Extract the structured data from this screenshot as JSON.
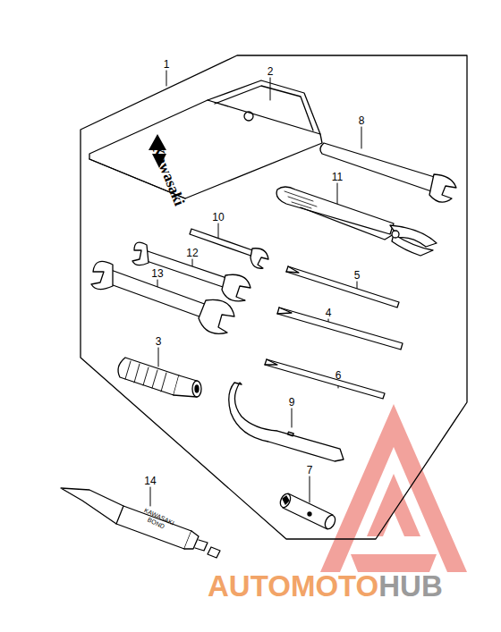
{
  "diagram": {
    "labels": [
      "1",
      "2",
      "8",
      "11",
      "10",
      "12",
      "5",
      "13",
      "4",
      "3",
      "6",
      "9",
      "7",
      "14",
      "Kawasaki",
      "KAWASAKI BOND",
      "AUTOMOTO",
      "HUB"
    ]
  }
}
